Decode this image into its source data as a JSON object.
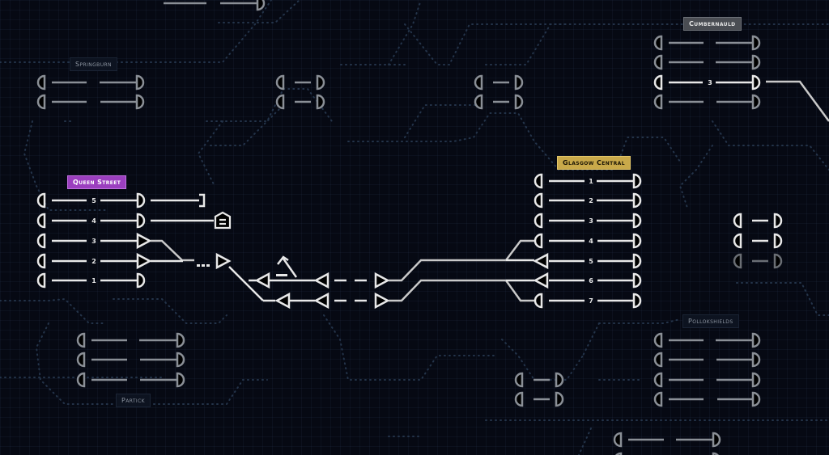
{
  "colors": {
    "background": "#060913",
    "track_active": "#e8e8e8",
    "track_dim": "#8a8f96",
    "station_outline": "#2a3a4e",
    "queen_street": "#9b3fbf",
    "glasgow_central": "#c9a94a",
    "cumbernauld": "#4a4d53"
  },
  "stations": {
    "springburn": {
      "name": "Springburn",
      "style": "dim"
    },
    "cumbernauld": {
      "name": "Cumbernauld",
      "style": "grey",
      "platforms": [
        "",
        "",
        "3",
        ""
      ]
    },
    "queen_street": {
      "name": "Queen Street",
      "style": "purple",
      "platforms": [
        "5",
        "4",
        "3",
        "2",
        "1"
      ]
    },
    "glasgow_central": {
      "name": "Glasgow Central",
      "style": "gold",
      "platforms": [
        "1",
        "2",
        "3",
        "4",
        "5",
        "6",
        "7"
      ]
    },
    "partick": {
      "name": "Partick",
      "style": "dim"
    },
    "pollokshields": {
      "name": "Pollokshields",
      "style": "dim"
    }
  },
  "icons": {
    "buffer_stop": "buffer-stop-icon",
    "depot": "depot-icon",
    "signal_lever": "signal-lever-icon",
    "ellipsis": "more-icon"
  }
}
